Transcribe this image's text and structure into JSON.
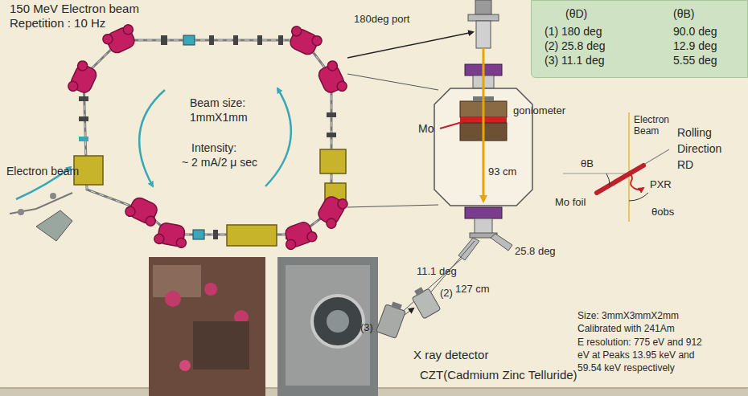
{
  "diagram": {
    "nodes": [
      {
        "text": [
          "(θD)",
          "(θB)",
          "(1) 180 deg",
          "90.0 deg",
          "(2) 25.8 deg",
          "12.9 deg",
          "(3) 11.1 deg",
          "5.55 deg"
        ]
      }
    ],
    "labels": [
      "150 MeV Electron beam",
      "Repetition : 10 Hz",
      "180deg port",
      "Beam size:",
      "1mmX1mm",
      "Intensity:",
      "~ 2 mA/2 μ sec",
      "Electron beam",
      "goniometer",
      "Mo",
      "93 cm",
      "25.8 deg",
      "11.1 deg",
      "127 cm",
      "(3)",
      "(2)",
      "X ray detector",
      "CZT(Cadmium Zinc Telluride)",
      "Electron Beam",
      "Rolling Direction RD",
      "θB",
      "Mo foil",
      "θobs",
      "PXR",
      "Size: 3mmX3mmX2mm",
      "Calibrated with 241Am",
      "E resolution: 775 eV and 912 eV at Peaks 13.95 keV and 59.54 keV respectively"
    ]
  }
}
